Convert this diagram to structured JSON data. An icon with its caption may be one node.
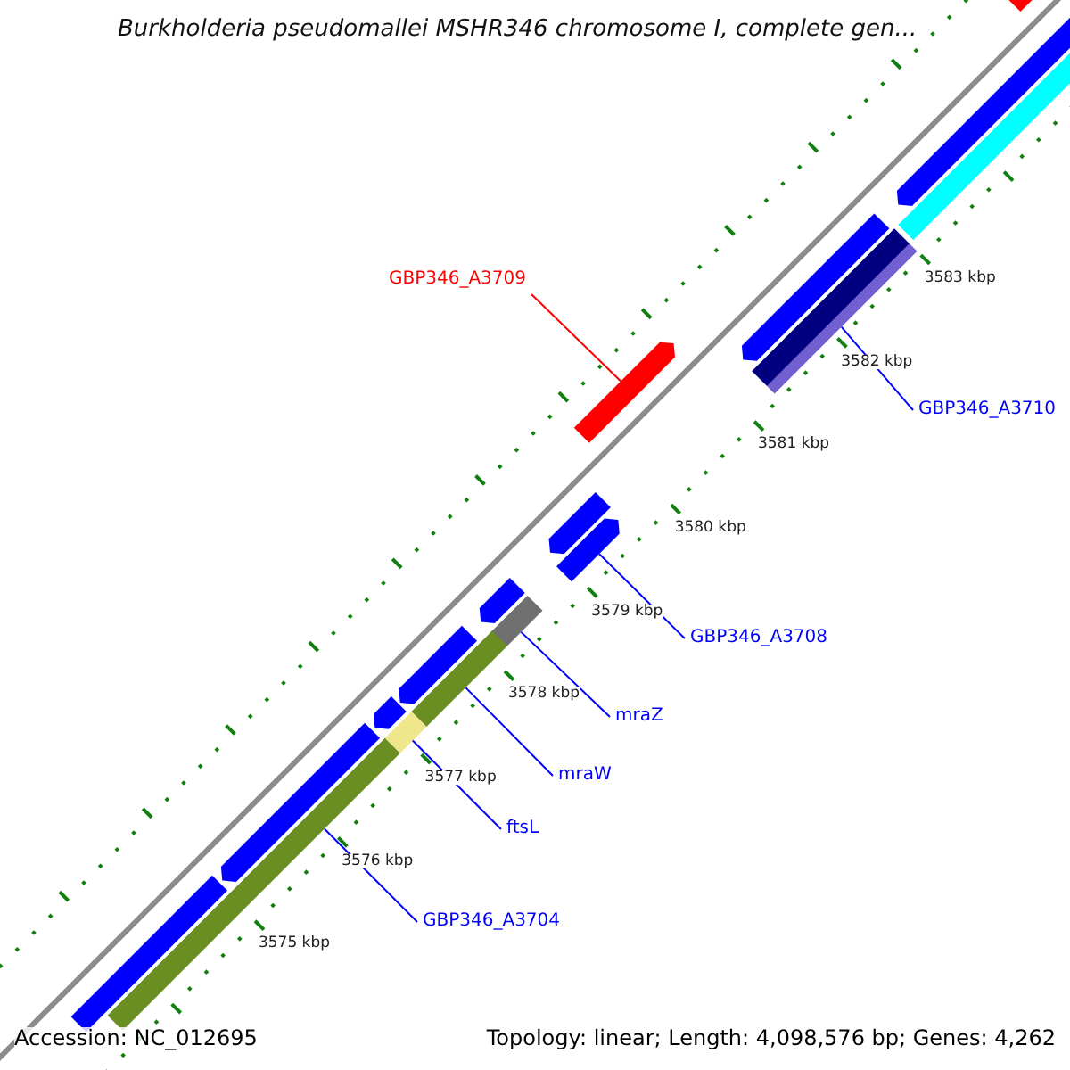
{
  "diagram": {
    "title": "Burkholderia pseudomallei MSHR346 chromosome I, complete gen...",
    "nodes": [
      {
        "text": [
          "GBP346_A3709"
        ]
      },
      {
        "text": [],
        "shape": "bar"
      },
      {
        "text": [
          "GBP346_A3710"
        ]
      },
      {
        "text": [],
        "shape": "bar"
      },
      {
        "text": [
          "GBP346_A3708"
        ]
      },
      {
        "text": [],
        "shape": "bar"
      },
      {
        "text": [
          "mraZ"
        ]
      },
      {
        "text": [],
        "shape": "bar"
      },
      {
        "text": [
          "mraW"
        ]
      },
      {
        "text": [],
        "shape": "bar"
      },
      {
        "text": [
          "ftsL"
        ]
      },
      {
        "text": [],
        "shape": "bar"
      },
      {
        "text": [
          "GBP346_A3704"
        ]
      },
      {
        "text": [],
        "shape": "bar"
      },
      {
        "text": [],
        "shape": "bar"
      },
      {
        "text": [],
        "shape": "bar"
      },
      {
        "text": [],
        "shape": "bar"
      },
      {
        "text": [],
        "shape": "bar"
      },
      {
        "text": [],
        "shape": "bar"
      },
      {
        "text": [],
        "shape": "bar"
      },
      {
        "text": [],
        "shape": "bar"
      },
      {
        "text": [],
        "shape": "bar"
      },
      {
        "text": [],
        "shape": "bar"
      },
      {
        "text": [],
        "shape": "bar"
      },
      {
        "text": [],
        "shape": "bar"
      }
    ],
    "edges": [
      {
        "from": 0,
        "to": 1,
        "arrow": "none",
        "color": "#ff0000"
      },
      {
        "from": 2,
        "to": 3,
        "arrow": "none"
      },
      {
        "from": 4,
        "to": 5,
        "arrow": "none"
      },
      {
        "from": 6,
        "to": 7,
        "arrow": "none"
      },
      {
        "from": 8,
        "to": 9,
        "arrow": "none"
      },
      {
        "from": 10,
        "to": 11,
        "arrow": "none"
      },
      {
        "from": 12,
        "to": 13,
        "arrow": "none"
      }
    ],
    "labels": [
      "3583 kbp",
      "3582 kbp",
      "3581 kbp",
      "3580 kbp",
      "3579 kbp",
      "3578 kbp",
      "3577 kbp",
      "3576 kbp",
      "3575 kbp",
      "Accession: NC_012695",
      "Topology: linear; Length: 4,098,576 bp; Genes: 4,262"
    ]
  }
}
